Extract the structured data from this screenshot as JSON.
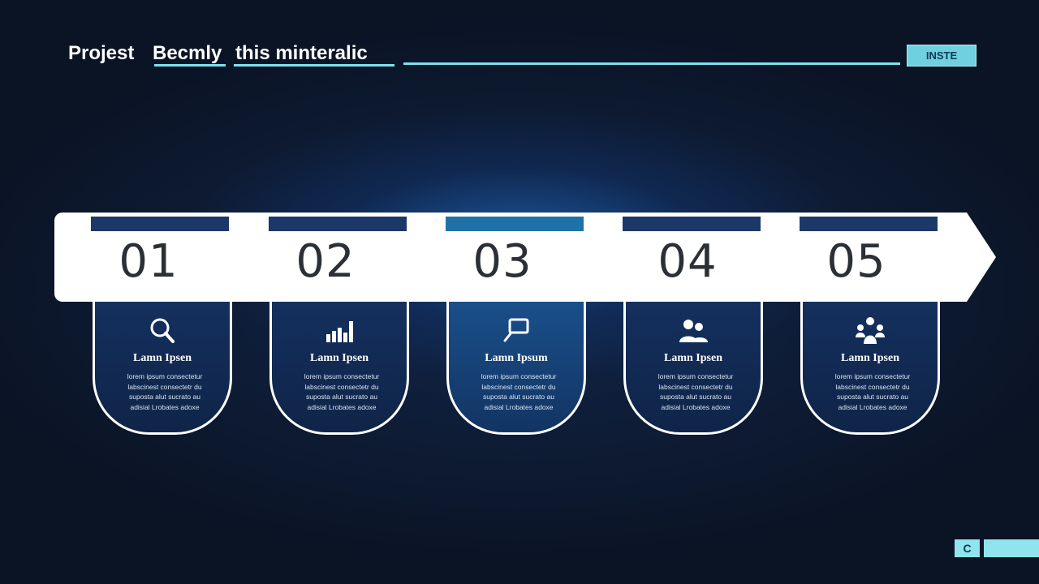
{
  "header": {
    "title_parts": [
      "Projest",
      "Becmly",
      "this minteralic"
    ],
    "badge": "INSTE"
  },
  "steps": [
    {
      "number": "01",
      "icon": "magnifier-icon",
      "title": "Lamn Ipsen",
      "text": [
        "lorem ipsum consectetur",
        "labscinest consectetr du",
        "suposta alut sucrato au",
        "adisial Lrobates adoxe"
      ]
    },
    {
      "number": "02",
      "icon": "bar-chart-icon",
      "title": "Lamn Ipsen",
      "text": [
        "lorem ipsum consectetur",
        "labscinest consectetr du",
        "suposta alut sucrato au",
        "adisial Lrobates adoxe"
      ]
    },
    {
      "number": "03",
      "icon": "chat-bubble-icon",
      "title": "Lamn Ipsum",
      "text": [
        "lorem ipsum consectetur",
        "labscinest consectetr du",
        "suposta alut sucrato au",
        "adisial Lrobates adoxe"
      ]
    },
    {
      "number": "04",
      "icon": "people-icon",
      "title": "Lamn Ipsen",
      "text": [
        "lorem ipsum consectetur",
        "labscinest consectetr du",
        "suposta alut sucrato au",
        "adisial Lrobates adoxe"
      ]
    },
    {
      "number": "05",
      "icon": "team-icon",
      "title": "Lamn Ipsen",
      "text": [
        "lorem ipsum consectetur",
        "labscinest consectetr du",
        "suposta alut sucrato au",
        "adisial Lrobates adoxe"
      ]
    }
  ],
  "footer": {
    "label": "C"
  },
  "colors": {
    "background": "#0b1425",
    "accent": "#7fe0ec",
    "card": "#14305e",
    "bar": "#1b3868",
    "active_bar": "#1f72a8"
  }
}
